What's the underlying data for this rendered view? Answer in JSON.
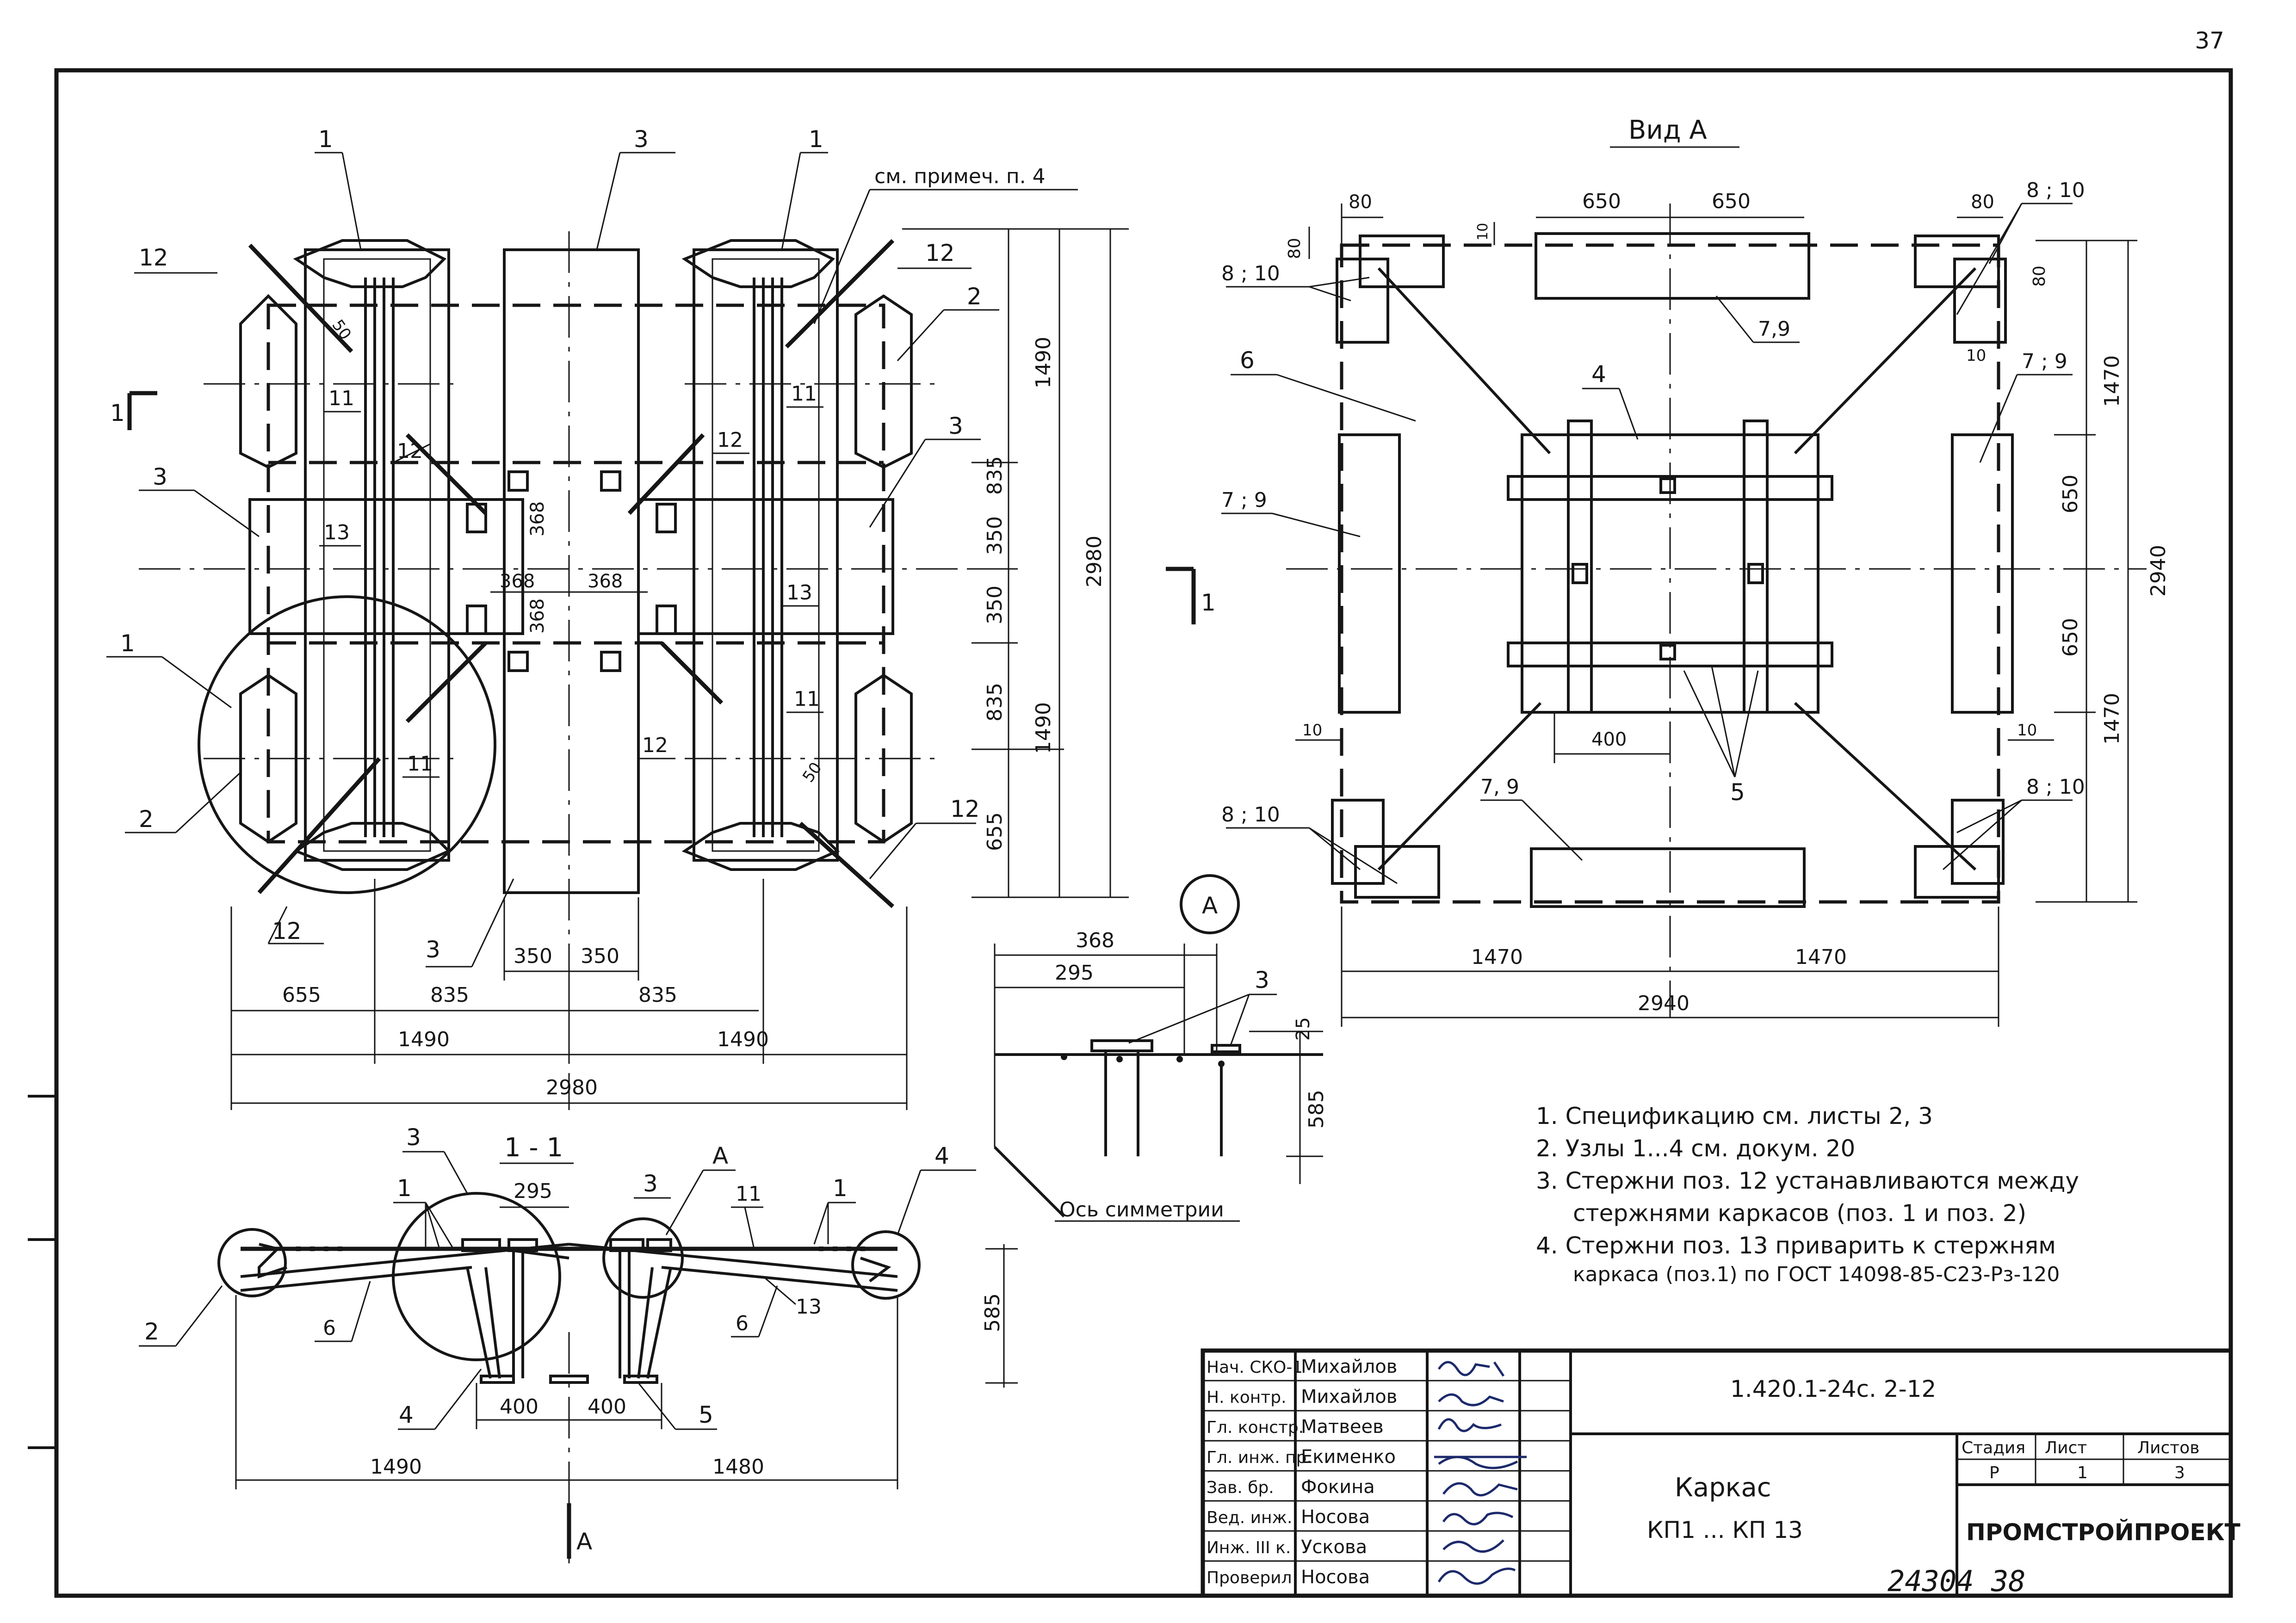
{
  "sheet": {
    "page_number": "37",
    "archive_number": "24304   38"
  },
  "plan": {
    "callouts": {
      "c1_top_left": "1",
      "c1_top_right": "1",
      "c1_left": "1",
      "c2_right": "2",
      "c2_left": "2",
      "c3_top": "3",
      "c3_left": "3",
      "c3_right": "3",
      "c3_bottom": "3",
      "c11_a": "11",
      "c11_b": "11",
      "c11_c": "11",
      "c11_d": "11",
      "c12_a": "12",
      "c12_b": "12",
      "c12_c": "12",
      "c12_d": "12",
      "c12_e": "12",
      "c12_f": "12",
      "c12_g": "12",
      "c13_a": "13",
      "c13_b": "13",
      "note_ref": "см. примеч. п. 4"
    },
    "dims": {
      "d50_a": "50",
      "d50_b": "50",
      "d368_v1": "368",
      "d368_v2": "368",
      "d368_h1": "368",
      "d368_h2": "368",
      "d1490_top": "1490",
      "d1490_bot": "1490",
      "d835_top": "835",
      "d835_bot": "835",
      "d350_top": "350",
      "d350_bot": "350",
      "d655_right": "655",
      "d2980_right": "2980",
      "b655": "655",
      "b835_l": "835",
      "b835_r": "835",
      "b350_l": "350",
      "b350_r": "350",
      "b1490_l": "1490",
      "b1490_r": "1490",
      "b2980": "2980"
    },
    "section_mark_left": "1",
    "section_mark_right": "1"
  },
  "section": {
    "title": "1 - 1",
    "callouts": {
      "c3_a": "3",
      "c3_b": "3",
      "cA": "А",
      "c11": "11",
      "c1_a": "1",
      "c1_b": "1",
      "c4_top": "4",
      "c2": "2",
      "c6_a": "6",
      "c6_b": "6",
      "c13": "13",
      "c4_bot": "4",
      "c5": "5"
    },
    "dims": {
      "d295": "295",
      "d585": "585",
      "d400_l": "400",
      "d400_r": "400",
      "d1490": "1490",
      "d1480": "1480"
    },
    "view_mark": "А"
  },
  "detail_a": {
    "label": "А",
    "dims": {
      "d368": "368",
      "d295": "295",
      "d25": "25",
      "d585": "585"
    },
    "callout3": "3",
    "axis_label": "Ось симметрии"
  },
  "view_a": {
    "title": "Вид А",
    "labels": {
      "l8_10_tl": "8 ; 10",
      "l8_10_tr": "8 ; 10",
      "l8_10_bl": "8 ; 10",
      "l8_10_br": "8 ; 10",
      "l7_9_top": "7,9",
      "l7_9_left": "7 ; 9",
      "l7_9_right": "7 ; 9",
      "l7_9_bottom": "7, 9",
      "l6": "6",
      "l4": "4",
      "l5": "5"
    },
    "dims": {
      "d80_tl": "80",
      "d80_tl_v": "80",
      "d10_top": "10",
      "d650_l": "650",
      "d650_r": "650",
      "d80_tr": "80",
      "d80_tr_v": "80",
      "d10_tr": "10",
      "d10_bl": "10",
      "d10_br": "10",
      "d1470_rt": "1470",
      "d1470_rb": "1470",
      "d650_rt": "650",
      "d650_rb": "650",
      "d2940_r": "2940",
      "d400": "400",
      "d1470_bl": "1470",
      "d1470_br": "1470",
      "d2940_b": "2940"
    }
  },
  "notes": [
    "1.  Спецификацию см. листы  2, 3",
    "2.  Узлы 1...4  см. докум. 20",
    "3.  Стержни поз. 12  устанавливаются  между",
    "стержнями  каркасов  (поз. 1  и  поз. 2)",
    "4.  Стержни  поз. 13 приварить к стержням",
    "каркаса (поз.1) по ГОСТ 14098-85-С23-Рз-120"
  ],
  "title_block": {
    "roles": [
      "Нач. СКО-1",
      "Н. контр.",
      "Гл. констр.",
      "Гл. инж. пр.",
      "Зав. бр.",
      "Вед. инж.",
      "Инж. III к.",
      "Проверил"
    ],
    "names": [
      "Михайлов",
      "Михайлов",
      "Матвеев",
      "Екименко",
      "Фокина",
      "Носова",
      "Ускова",
      "Носова"
    ],
    "doc_code": "1.420.1-24с. 2-12",
    "name_line1": "Каркас",
    "name_line2": "КП1 ... КП 13",
    "stage_header": "Стадия",
    "sheet_header": "Лист",
    "sheets_header": "Листов",
    "stage": "Р",
    "sheet": "1",
    "sheets": "3",
    "organization": "ПРОМСТРОЙПРОЕКТ"
  }
}
